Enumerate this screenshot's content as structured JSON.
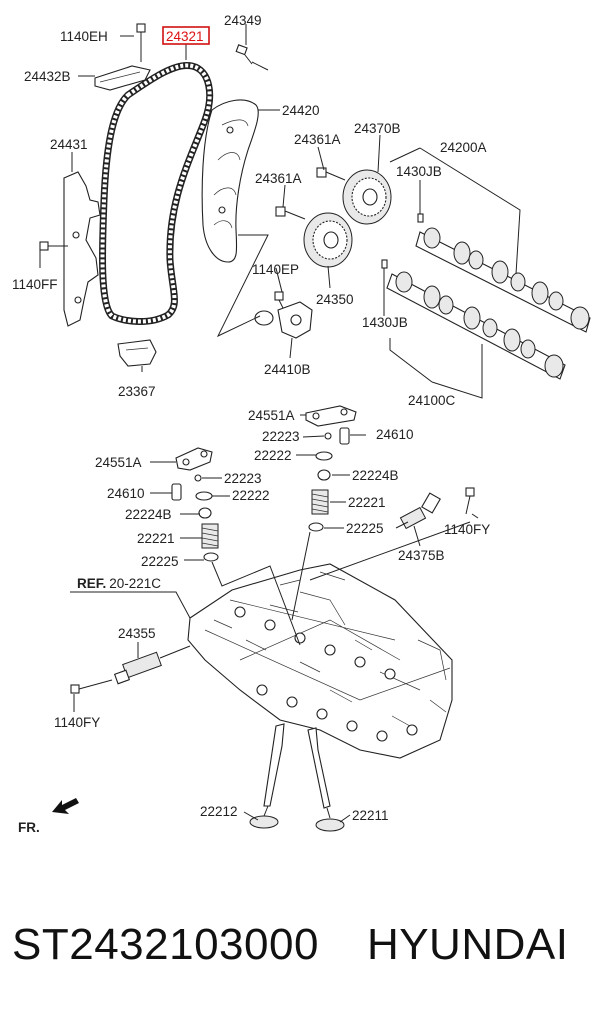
{
  "diagram": {
    "highlight_color": "#d11111",
    "labels": {
      "l1140EH": "1140EH",
      "l24321": "24321",
      "l24349": "24349",
      "l24432B": "24432B",
      "l24420": "24420",
      "l24431": "24431",
      "l24361A_a": "24361A",
      "l24370B": "24370B",
      "l24200A": "24200A",
      "l24361A_b": "24361A",
      "l1430JB_a": "1430JB",
      "l1140FF": "1140FF",
      "l1140EP": "1140EP",
      "l24350": "24350",
      "l1430JB_b": "1430JB",
      "l23367": "23367",
      "l24410B": "24410B",
      "l24100C": "24100C",
      "l24551A_a": "24551A",
      "l22223_a": "22223",
      "l24610_a": "24610",
      "l22222_a": "22222",
      "l22224B_a": "22224B",
      "l24551A_b": "24551A",
      "l22223_b": "22223",
      "l24610_b": "24610",
      "l22222_b": "22222",
      "l22221_a": "22221",
      "l22224B_b": "22224B",
      "l1140FY_a": "1140FY",
      "l22225_a": "22225",
      "l22221_b": "22221",
      "l24375B": "24375B",
      "l22225_b": "22225",
      "ref_bold": "REF.",
      "ref_num": "20-221C",
      "l24355": "24355",
      "l1140FY_b": "1140FY",
      "l22212": "22212",
      "l22211": "22211",
      "fr": "FR."
    }
  },
  "footer": {
    "part_number": "ST2432103000",
    "brand": "HYUNDAI"
  }
}
